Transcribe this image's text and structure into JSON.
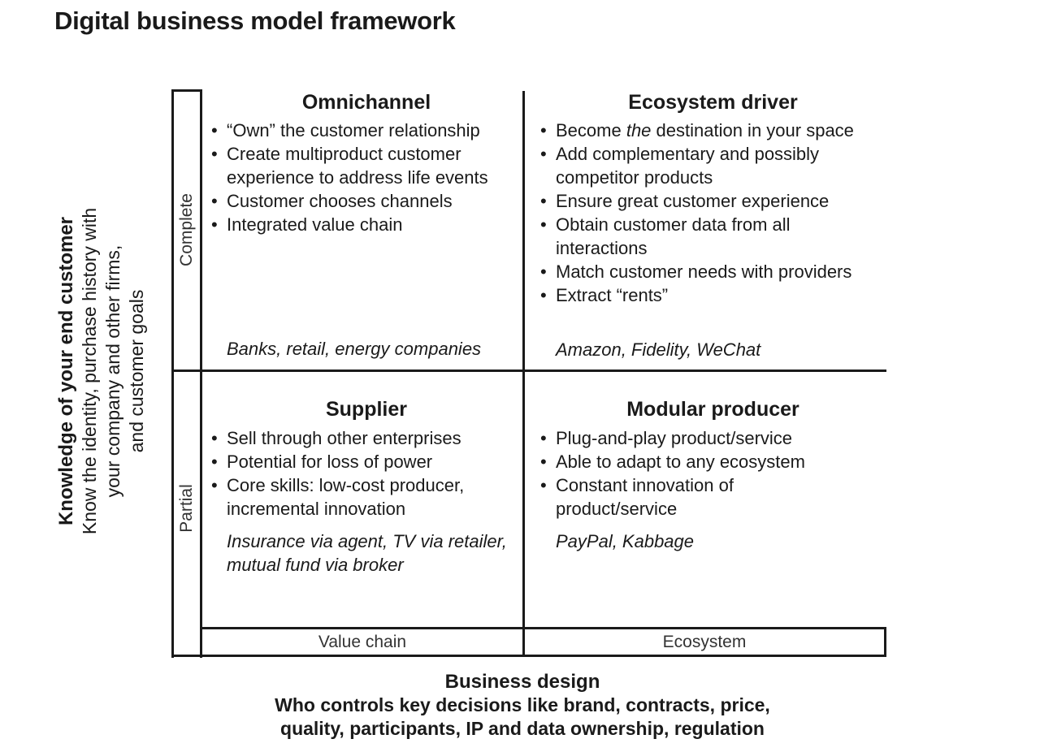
{
  "title": "Digital business model framework",
  "y_axis": {
    "title": "Knowledge of your end customer",
    "subtitle_lines": [
      "Know the identity, purchase history with",
      "your company and other firms,",
      "and customer goals"
    ]
  },
  "rows": {
    "top": "Complete",
    "bottom": "Partial"
  },
  "columns": {
    "left": "Value chain",
    "right": "Ecosystem"
  },
  "quadrants": {
    "omnichannel": {
      "title": "Omnichannel",
      "bullets": [
        "“Own” the customer relationship",
        "Create multiproduct customer experience to address life events",
        "Customer chooses channels",
        "Integrated value chain"
      ],
      "examples": "Banks, retail, energy companies"
    },
    "ecosystem_driver": {
      "title": "Ecosystem driver",
      "bullets_prefix": "Become ",
      "bullets_em": "the",
      "bullets_suffix": " destination in your space",
      "bullets": [
        "Add complementary and possibly competitor products",
        "Ensure great customer experience",
        "Obtain customer data from all interactions",
        "Match customer needs with providers",
        "Extract “rents”"
      ],
      "examples": "Amazon, Fidelity, WeChat"
    },
    "supplier": {
      "title": "Supplier",
      "bullets": [
        "Sell through other enterprises",
        "Potential for loss of power",
        "Core skills: low-cost producer, incremental innovation"
      ],
      "examples": "Insurance via agent, TV via retailer, mutual fund via broker"
    },
    "modular_producer": {
      "title": "Modular producer",
      "bullets": [
        "Plug-and-play product/service",
        "Able to adapt to any ecosystem",
        "Constant innovation of product/service"
      ],
      "examples": "PayPal, Kabbage"
    }
  },
  "x_axis": {
    "title": "Business design",
    "subtitle_lines": [
      "Who controls key decisions like brand, contracts, price,",
      "quality, participants, IP and data ownership, regulation"
    ]
  }
}
